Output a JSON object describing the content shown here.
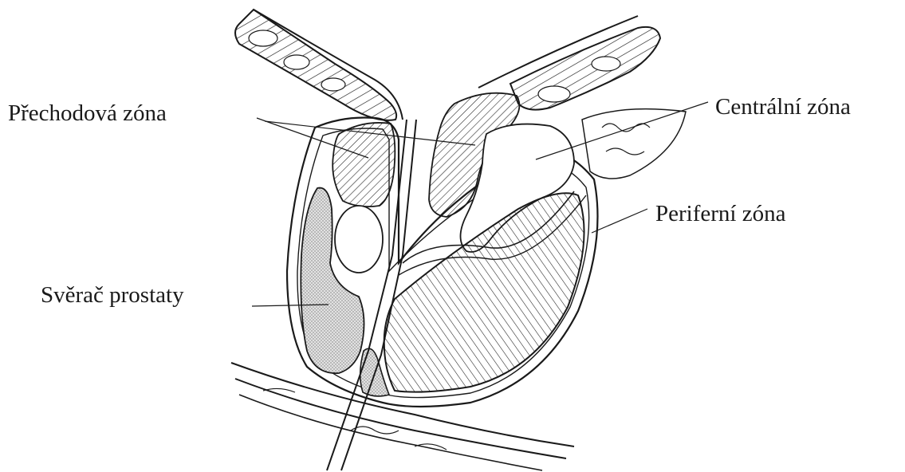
{
  "labels": {
    "transition_zone": "Přechodová zóna",
    "central_zone": "Centrální zóna",
    "peripheral_zone": "Periferní zóna",
    "sphincter": "Svěrač prostaty"
  },
  "colors": {
    "ink": "#1a1a1a",
    "stipple_fill": "#cfcfcf",
    "background": "#ffffff"
  }
}
